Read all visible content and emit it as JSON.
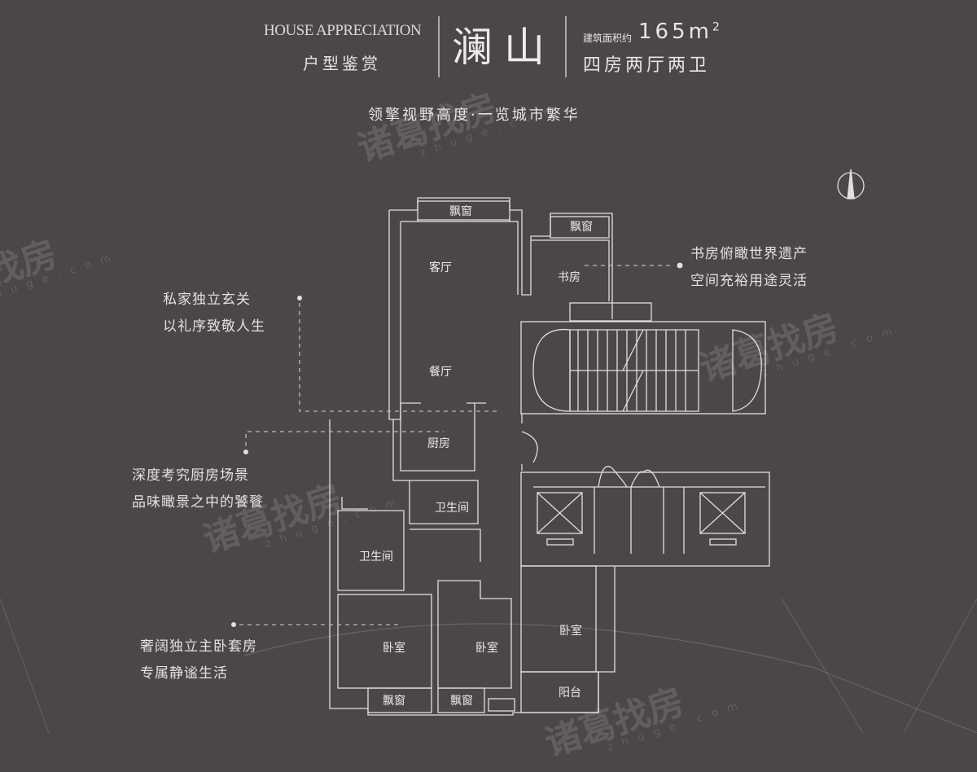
{
  "header": {
    "english_title": "HOUSE APPRECIATION",
    "chinese_subtitle": "户型鉴赏",
    "project_name": "澜山",
    "area_label": "建筑面积约",
    "area_value": "165m",
    "area_unit_sup": "2",
    "layout_type": "四房两厅两卫",
    "slogan": "领擎视野高度·一览城市繁华"
  },
  "rooms": {
    "living": "客厅",
    "dining": "餐厅",
    "study": "书房",
    "kitchen": "厨房",
    "bath1": "卫生间",
    "bath2": "卫生间",
    "bedroom1": "卧室",
    "bedroom2": "卧室",
    "bedroom3": "卧室",
    "balcony": "阳台",
    "bay_living": "飘窗",
    "bay_study": "飘窗",
    "bay_bed1": "飘窗",
    "bay_bed2": "飘窗"
  },
  "notes": {
    "study": [
      "书房俯瞰世界遗产",
      "空间充裕用途灵活"
    ],
    "entrance": [
      "私家独立玄关",
      "以礼序致敬人生"
    ],
    "kitchen": [
      "深度考究厨房场景",
      "品味瞰景之中的饕餮"
    ],
    "master": [
      "奢阔独立主卧套房",
      "专属静谧生活"
    ]
  },
  "watermark": {
    "brand": "诸葛找房",
    "domain": "zhuge.com"
  },
  "colors": {
    "background": "#4b4649",
    "line": "#e8e5e6"
  }
}
